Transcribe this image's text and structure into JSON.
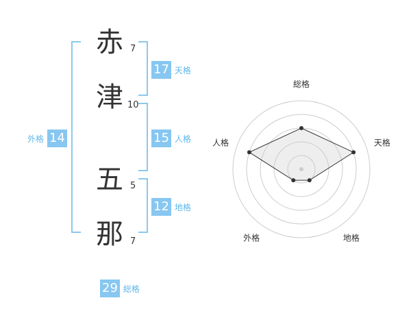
{
  "name": {
    "chars": [
      {
        "char": "赤",
        "strokes": "7"
      },
      {
        "char": "津",
        "strokes": "10"
      },
      {
        "char": "五",
        "strokes": "5"
      },
      {
        "char": "那",
        "strokes": "7"
      }
    ]
  },
  "fortune": {
    "tenkaku": {
      "value": "17",
      "label": "天格"
    },
    "jinkaku": {
      "value": "15",
      "label": "人格"
    },
    "chikaku": {
      "value": "12",
      "label": "地格"
    },
    "gaikaku": {
      "value": "14",
      "label": "外格"
    },
    "soukaku": {
      "value": "29",
      "label": "総格"
    }
  },
  "chart_data": {
    "type": "radar",
    "axes": [
      "総格",
      "天格",
      "地格",
      "外格",
      "人格"
    ],
    "values": [
      3,
      4,
      1,
      1,
      4
    ],
    "max": 5,
    "rings": 5,
    "colors": {
      "grid": "#cccccc",
      "fill": "#eeeeee",
      "line": "#333333",
      "point": "#333333",
      "center": "#cccccc"
    }
  }
}
